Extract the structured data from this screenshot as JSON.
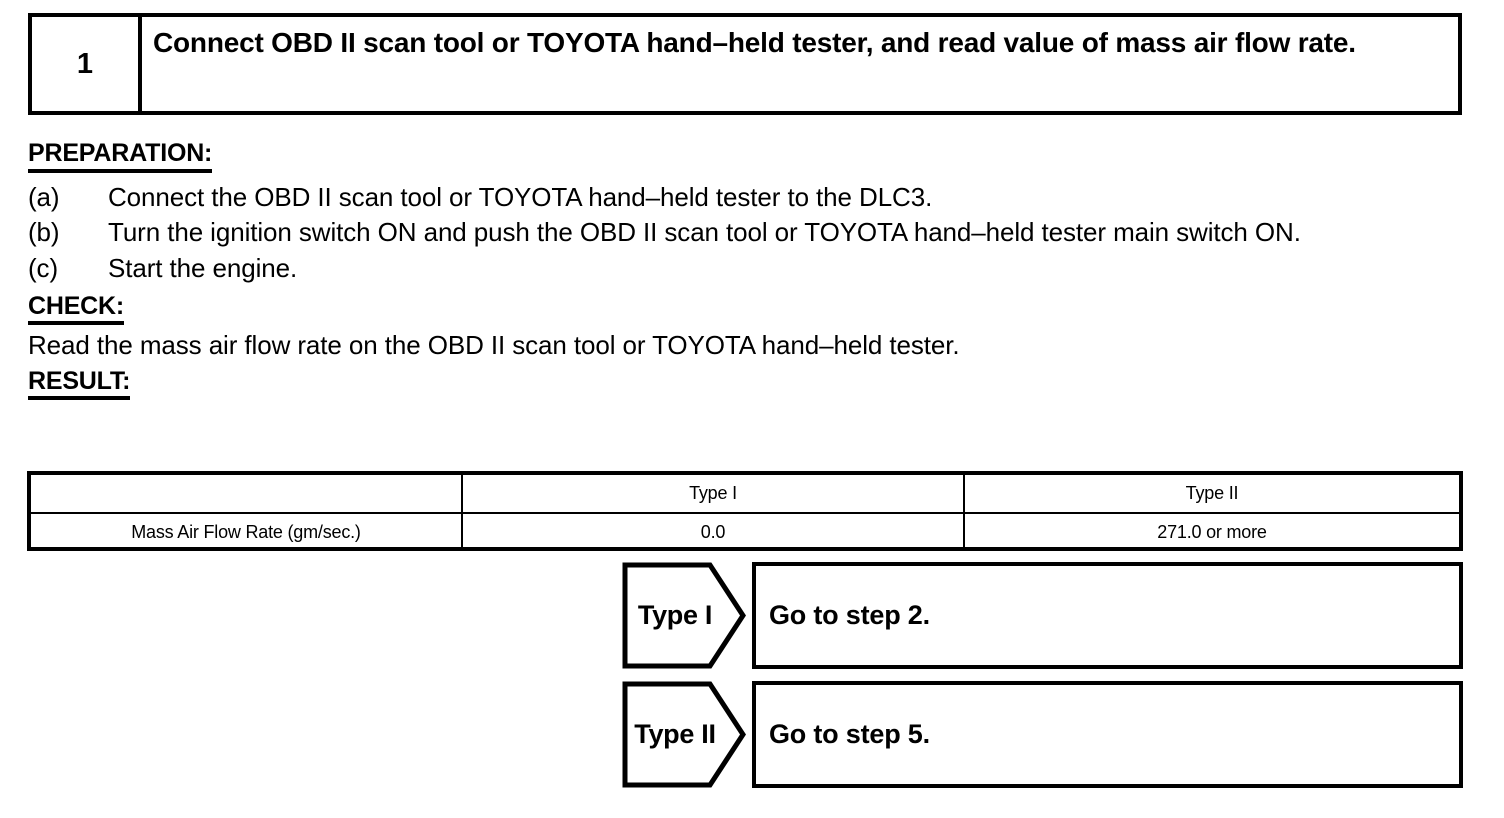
{
  "step": {
    "number": "1",
    "title": "Connect OBD II scan tool or TOYOTA hand–held tester, and read value of mass air flow rate."
  },
  "preparation": {
    "heading": "PREPARATION:",
    "items": [
      {
        "tag": "(a)",
        "text": "Connect the OBD II scan tool or TOYOTA hand–held tester to the DLC3."
      },
      {
        "tag": "(b)",
        "text": "Turn the ignition switch ON and push the OBD II scan tool or TOYOTA hand–held tester main switch ON."
      },
      {
        "tag": "(c)",
        "text": "Start the engine."
      }
    ]
  },
  "check": {
    "heading": "CHECK:",
    "text": "Read the mass air flow rate on the OBD II scan tool or TOYOTA hand–held tester."
  },
  "result": {
    "heading": "RESULT:",
    "table": {
      "headers": [
        "",
        "Type I",
        "Type II"
      ],
      "rows": [
        [
          "Mass Air Flow Rate (gm/sec.)",
          "0.0",
          "271.0 or more"
        ]
      ]
    }
  },
  "flow": {
    "rows": [
      {
        "condition": "Type I",
        "action": "Go to step 2."
      },
      {
        "condition": "Type II",
        "action": "Go to step 5."
      }
    ]
  },
  "colors": {
    "ink": "#000000",
    "paper": "#ffffff"
  }
}
